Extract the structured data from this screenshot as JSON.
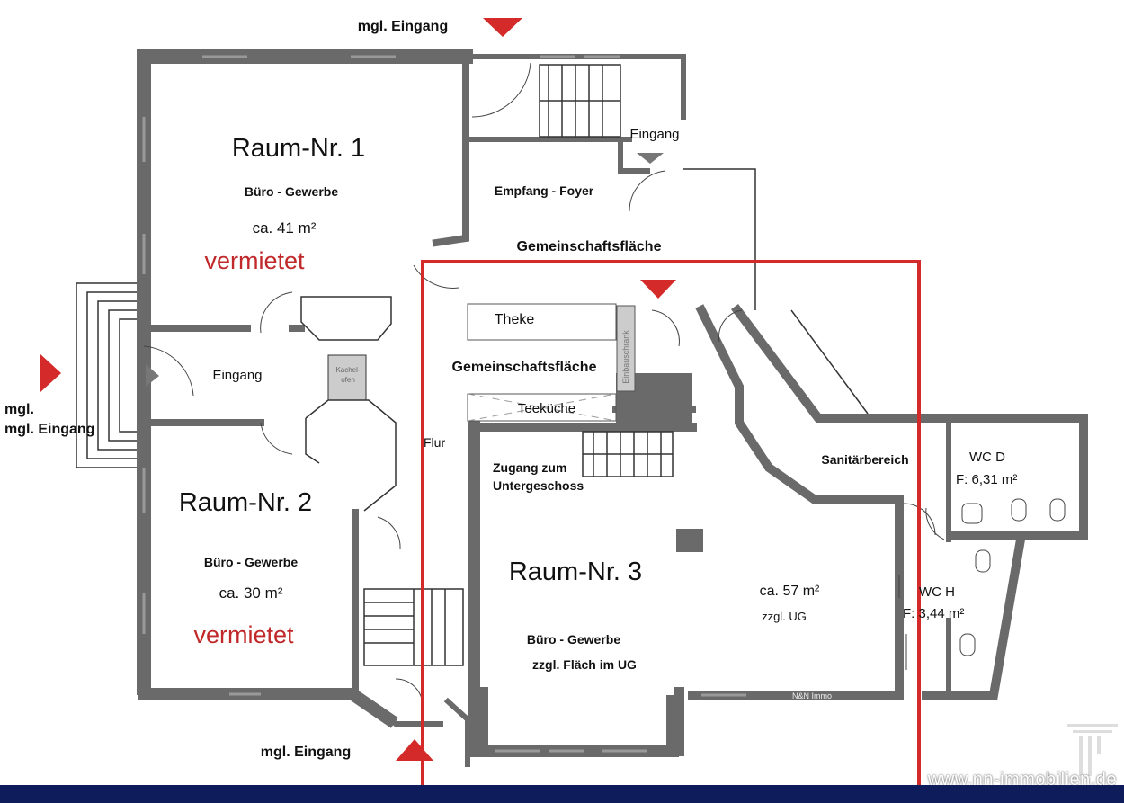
{
  "entrances": {
    "top": "mgl. Eingang",
    "left": "mgl. Eingang",
    "bottom": "mgl. Eingang",
    "stair_entry": "Eingang",
    "hall_entry": "Eingang"
  },
  "rooms": {
    "raum1": {
      "title": "Raum-Nr. 1",
      "use": "Büro - Gewerbe",
      "area": "ca. 41 m²",
      "status": "vermietet"
    },
    "raum2": {
      "title": "Raum-Nr. 2",
      "use": "Büro - Gewerbe",
      "area": "ca. 30 m²",
      "status": "vermietet"
    },
    "raum3": {
      "title": "Raum-Nr. 3",
      "use": "Büro - Gewerbe",
      "extra": "zzgl. Fläch im UG",
      "area": "ca. 57 m²",
      "area_note": "zzgl. UG"
    }
  },
  "labels": {
    "foyer": "Empfang - Foyer",
    "common_top": "Gemeinschaftsfläche",
    "common_mid": "Gemeinschaftsfläche",
    "theke": "Theke",
    "teekueche": "Teeküche",
    "einbauschrank": "Einbauschrank",
    "flur": "Flur",
    "zugang1": "Zugang zum",
    "zugang2": "Untergeschoss",
    "kachel1": "Kachel-",
    "kachel2": "ofen",
    "sanitaer": "Sanitärbereich",
    "wcd": "WC D",
    "wcd_area": "F: 6,31 m²",
    "wch": "WC H",
    "wch_area": "F: 3,44 m²",
    "author": "N&N Immo"
  },
  "footer": {
    "url": "www.nn-immobilien.de"
  },
  "colors": {
    "wall": "#6a6a6a",
    "highlight": "#d42a2a",
    "rented": "#c0282a",
    "footer": "#0e1c5c"
  }
}
